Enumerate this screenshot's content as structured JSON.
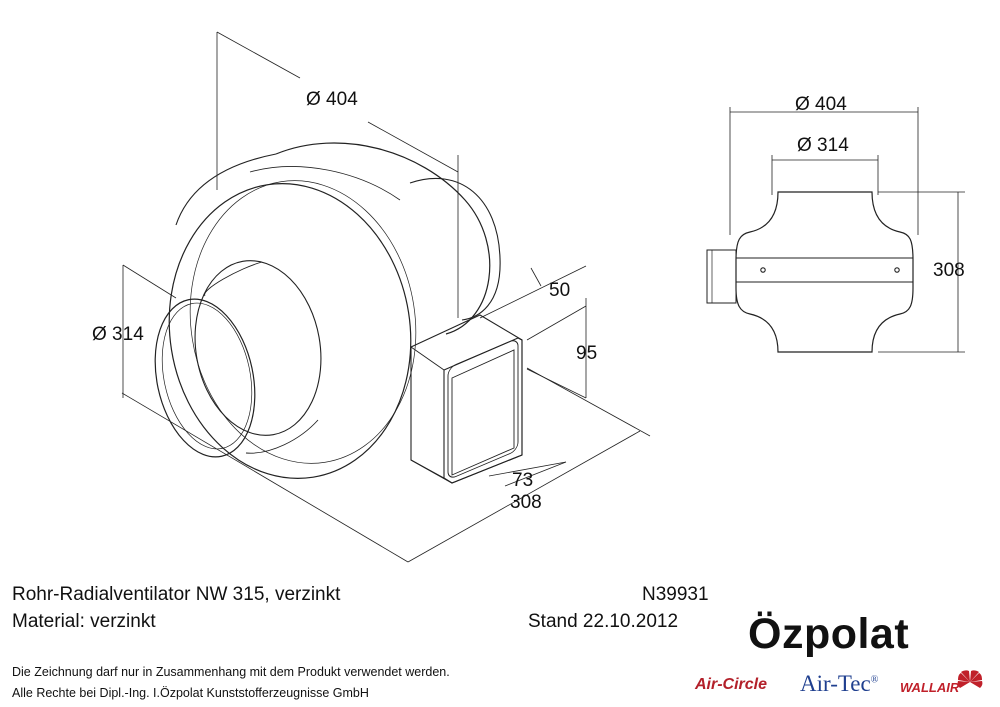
{
  "dimensions": {
    "iso_outer_diameter": "Ø 404",
    "iso_duct_diameter": "Ø 314",
    "iso_box_width": "50",
    "iso_box_height": "95",
    "iso_box_depth": "73",
    "iso_total_length": "308",
    "side_outer_diameter": "Ø 404",
    "side_duct_diameter": "Ø 314",
    "side_length": "308"
  },
  "title_block": {
    "title": "Rohr-Radialventilator NW 315, verzinkt",
    "material": "Material: verzinkt",
    "article_number": "N39931",
    "date": "Stand 22.10.2012",
    "note_usage": "Die Zeichnung darf nur in Zusammenhang mit dem Produkt verwendet werden.",
    "note_rights": "Alle Rechte bei Dipl.-Ing. I.Özpolat Kunststofferzeugnisse GmbH"
  },
  "branding": {
    "company": "Özpolat",
    "logo_aircircle": "Air-Circle",
    "logo_airtec": "Air-Tec",
    "logo_airtec_mark": "®",
    "logo_wallair": "WALLAIR",
    "colors": {
      "aircircle": "#b3202a",
      "airtec": "#1f3f8f",
      "wallair": "#c0202a"
    }
  }
}
